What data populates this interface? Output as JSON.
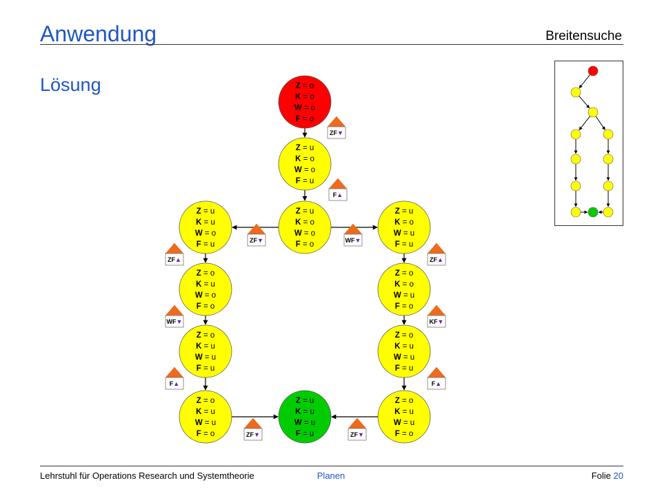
{
  "slide": {
    "title": "Anwendung",
    "topic": "Breitensuche",
    "subtitle": "Lösung"
  },
  "footer": {
    "left": "Lehrstuhl für Operations Research und Systemtheorie",
    "center": "Planen",
    "right_prefix": "Folie",
    "page_number": "20"
  },
  "colors": {
    "start": "#ff0000",
    "goal": "#00cc00",
    "normal": "#ffff00",
    "action_tag": "#ee6a1c",
    "title": "#1f55c8",
    "down_arrow": "#6a1bb0"
  },
  "diagram": {
    "nodes": [
      {
        "id": "n0",
        "kind": "start",
        "lines": [
          "Z = o",
          "K = o",
          "W = o",
          "F = o"
        ]
      },
      {
        "id": "n1",
        "kind": "normal",
        "lines": [
          "Z = u",
          "K = o",
          "W = o",
          "F = u"
        ]
      },
      {
        "id": "n2",
        "kind": "normal",
        "lines": [
          "Z = u",
          "K = o",
          "W = o",
          "F = o"
        ]
      },
      {
        "id": "n3",
        "kind": "normal",
        "lines": [
          "Z = u",
          "K = u",
          "W = o",
          "F = u"
        ]
      },
      {
        "id": "n4",
        "kind": "normal",
        "lines": [
          "Z = u",
          "K = o",
          "W = u",
          "F = u"
        ]
      },
      {
        "id": "n5",
        "kind": "normal",
        "lines": [
          "Z = o",
          "K = u",
          "W = o",
          "F = o"
        ]
      },
      {
        "id": "n6",
        "kind": "normal",
        "lines": [
          "Z = o",
          "K = o",
          "W = u",
          "F = o"
        ]
      },
      {
        "id": "n7",
        "kind": "normal",
        "lines": [
          "Z = o",
          "K = u",
          "W = u",
          "F = u"
        ]
      },
      {
        "id": "n8",
        "kind": "normal",
        "lines": [
          "Z = o",
          "K = u",
          "W = u",
          "F = u"
        ]
      },
      {
        "id": "n9",
        "kind": "normal",
        "lines": [
          "Z = o",
          "K = u",
          "W = u",
          "F = o"
        ]
      },
      {
        "id": "n10",
        "kind": "goal",
        "lines": [
          "Z = u",
          "K = u",
          "W = u",
          "F = u"
        ]
      },
      {
        "id": "n11",
        "kind": "normal",
        "lines": [
          "Z = o",
          "K = u",
          "W = u",
          "F = o"
        ]
      }
    ],
    "edges": [
      {
        "from": "n0",
        "to": "n1"
      },
      {
        "from": "n1",
        "to": "n2"
      },
      {
        "from": "n2",
        "to": "n3"
      },
      {
        "from": "n2",
        "to": "n4"
      },
      {
        "from": "n3",
        "to": "n5"
      },
      {
        "from": "n5",
        "to": "n7"
      },
      {
        "from": "n7",
        "to": "n9"
      },
      {
        "from": "n4",
        "to": "n6"
      },
      {
        "from": "n6",
        "to": "n8"
      },
      {
        "from": "n8",
        "to": "n11"
      },
      {
        "from": "n9",
        "to": "n10"
      },
      {
        "from": "n11",
        "to": "n10"
      }
    ],
    "action_tags": [
      {
        "id": "t0",
        "label": "ZF",
        "dir": "down"
      },
      {
        "id": "t1",
        "label": "F",
        "dir": "up"
      },
      {
        "id": "t2",
        "label": "ZF",
        "dir": "down"
      },
      {
        "id": "t3",
        "label": "WF",
        "dir": "down"
      },
      {
        "id": "t4",
        "label": "ZF",
        "dir": "up"
      },
      {
        "id": "t5",
        "label": "ZF",
        "dir": "up"
      },
      {
        "id": "t6",
        "label": "WF",
        "dir": "down"
      },
      {
        "id": "t7",
        "label": "KF",
        "dir": "down"
      },
      {
        "id": "t8",
        "label": "F",
        "dir": "up"
      },
      {
        "id": "t9",
        "label": "F",
        "dir": "up"
      },
      {
        "id": "t10",
        "label": "ZF",
        "dir": "down"
      },
      {
        "id": "t11",
        "label": "ZF",
        "dir": "down"
      }
    ]
  },
  "mini_map": {
    "nodes": [
      {
        "id": "m0",
        "kind": "start"
      },
      {
        "id": "m1",
        "kind": "normal"
      },
      {
        "id": "m2",
        "kind": "normal"
      },
      {
        "id": "m3",
        "kind": "normal"
      },
      {
        "id": "m4",
        "kind": "normal"
      },
      {
        "id": "m5",
        "kind": "normal"
      },
      {
        "id": "m6",
        "kind": "normal"
      },
      {
        "id": "m7",
        "kind": "normal"
      },
      {
        "id": "m8",
        "kind": "normal"
      },
      {
        "id": "m9",
        "kind": "normal"
      },
      {
        "id": "m10",
        "kind": "goal"
      },
      {
        "id": "m11",
        "kind": "normal"
      }
    ],
    "edges": [
      {
        "from": "m0",
        "to": "m1"
      },
      {
        "from": "m1",
        "to": "m2"
      },
      {
        "from": "m2",
        "to": "m3"
      },
      {
        "from": "m2",
        "to": "m4"
      },
      {
        "from": "m3",
        "to": "m5"
      },
      {
        "from": "m5",
        "to": "m7"
      },
      {
        "from": "m7",
        "to": "m9"
      },
      {
        "from": "m4",
        "to": "m6"
      },
      {
        "from": "m6",
        "to": "m8"
      },
      {
        "from": "m8",
        "to": "m11"
      },
      {
        "from": "m9",
        "to": "m10"
      },
      {
        "from": "m11",
        "to": "m10"
      }
    ]
  }
}
